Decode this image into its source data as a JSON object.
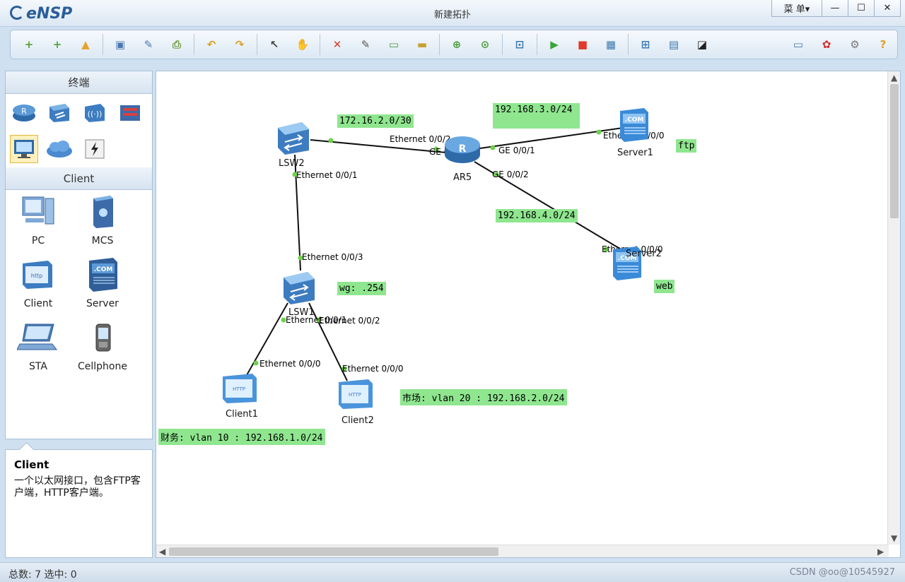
{
  "window": {
    "app_name": "eNSP",
    "title": "新建拓扑",
    "menu_label": "菜 单▾",
    "min_glyph": "—",
    "max_glyph": "☐",
    "close_glyph": "✕"
  },
  "toolbar": {
    "buttons": [
      {
        "icon": "new-topology-icon",
        "glyph": "+",
        "color": "#5aa33b"
      },
      {
        "icon": "new-page-icon",
        "glyph": "+",
        "color": "#5aa33b"
      },
      {
        "icon": "open-icon",
        "glyph": "▲",
        "color": "#e6a22a"
      },
      {
        "icon": "save-icon",
        "glyph": "▣",
        "color": "#4a78b0"
      },
      {
        "icon": "save-as-icon",
        "glyph": "✎",
        "color": "#4a78b0"
      },
      {
        "icon": "print-icon",
        "glyph": "⎙",
        "color": "#6a9a3a"
      },
      {
        "icon": "undo-icon",
        "glyph": "↶",
        "color": "#d9a21b"
      },
      {
        "icon": "redo-icon",
        "glyph": "↷",
        "color": "#d9a21b"
      },
      {
        "icon": "select-icon",
        "glyph": "↖",
        "color": "#444444"
      },
      {
        "icon": "hand-icon",
        "glyph": "✋",
        "color": "#c08a2a"
      },
      {
        "icon": "delete-icon",
        "glyph": "✕",
        "color": "#e03a2a"
      },
      {
        "icon": "delete-link-icon",
        "glyph": "✎",
        "color": "#555555"
      },
      {
        "icon": "text-icon",
        "glyph": "▭",
        "color": "#4a9a3a"
      },
      {
        "icon": "palette-icon",
        "glyph": "▬",
        "color": "#c8a030"
      },
      {
        "icon": "zoom-in-icon",
        "glyph": "⊕",
        "color": "#4a9a3a"
      },
      {
        "icon": "zoom-reset-icon",
        "glyph": "⊙",
        "color": "#4a9a3a"
      },
      {
        "icon": "fit-icon",
        "glyph": "⊡",
        "color": "#3a78b0"
      },
      {
        "icon": "start-icon",
        "glyph": "▶",
        "color": "#3aa53a"
      },
      {
        "icon": "stop-icon",
        "glyph": "■",
        "color": "#e03a2a"
      },
      {
        "icon": "capture-icon",
        "glyph": "▦",
        "color": "#3a78b0"
      },
      {
        "icon": "topology-icon",
        "glyph": "⊞",
        "color": "#3a78b0"
      },
      {
        "icon": "grid-icon",
        "glyph": "▤",
        "color": "#3a78b0"
      },
      {
        "icon": "screenshot-icon",
        "glyph": "◪",
        "color": "#222222"
      }
    ],
    "right_buttons": [
      {
        "icon": "chat-icon",
        "glyph": "▭",
        "color": "#4a78b0"
      },
      {
        "icon": "huawei-icon",
        "glyph": "✿",
        "color": "#d82a2a"
      },
      {
        "icon": "settings-icon",
        "glyph": "⚙",
        "color": "#777777"
      },
      {
        "icon": "help-icon",
        "glyph": "?",
        "color": "#e0a020"
      }
    ]
  },
  "left_panel": {
    "category_header": "终端",
    "client_header": "Client",
    "devices": [
      {
        "name": "PC"
      },
      {
        "name": "MCS"
      },
      {
        "name": "Client"
      },
      {
        "name": "Server"
      },
      {
        "name": "STA"
      },
      {
        "name": "Cellphone"
      }
    ],
    "info_title": "Client",
    "info_desc": "一个以太网接口，包含FTP客户端，HTTP客户端。"
  },
  "topology": {
    "nodes": [
      {
        "id": "LSW2",
        "label": "LSW2"
      },
      {
        "id": "AR5",
        "label": "AR5"
      },
      {
        "id": "Server1",
        "label": "Server1"
      },
      {
        "id": "Server2",
        "label": "Server2"
      },
      {
        "id": "LSW1",
        "label": "LSW1"
      },
      {
        "id": "Client1",
        "label": "Client1"
      },
      {
        "id": "Client2",
        "label": "Client2"
      }
    ],
    "port_labels": [
      "Ethernet 0/0/2",
      "GE 0/0/0",
      "GE 0/0/1",
      "Ethernet 0/0/0",
      "GE 0/0/2",
      "Ethernet 0/0/1",
      "Ethernet 0/0/3",
      "Ethernet 0/0/0",
      "Ethernet 0/0/1",
      "Ethernet 0/0/2",
      "Ethernet 0/0/0",
      "Ethernet 0/0/0"
    ],
    "notes": {
      "n1": "172.16.2.0/30",
      "n2": "192.168.3.0/24",
      "n3": "ftp",
      "n4": "192.168.4.0/24",
      "n5": "wg: .254",
      "n6": "web",
      "n7": "市场: vlan 20 : 192.168.2.0/24",
      "n8": "财务: vlan 10 : 192.168.1.0/24"
    }
  },
  "status": {
    "text": "总数: 7 选中: 0",
    "watermark": "CSDN @oo@10545927"
  }
}
